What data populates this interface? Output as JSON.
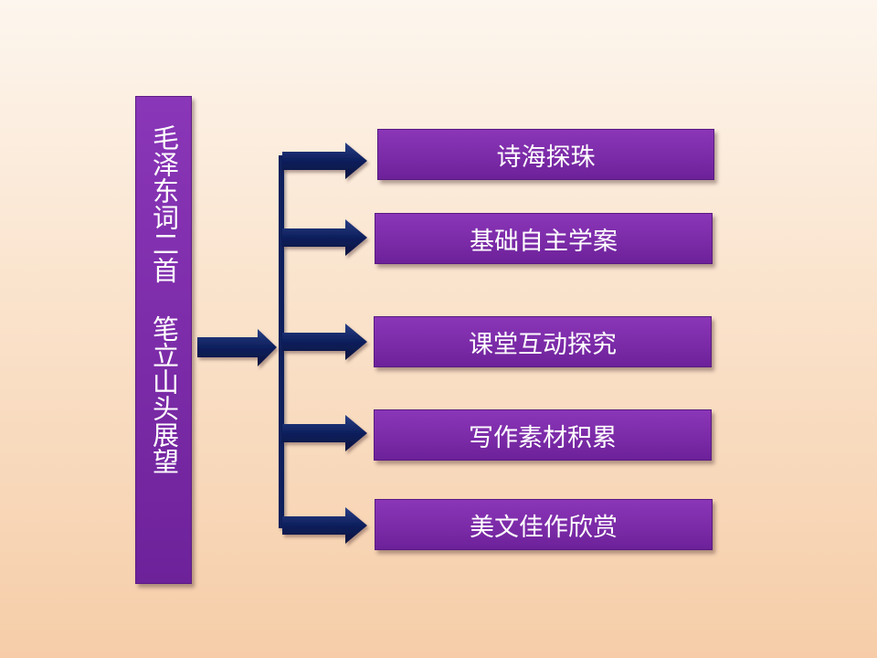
{
  "title": {
    "part1": "毛泽东词二首",
    "part2": "笔立山头展望"
  },
  "nodes": [
    {
      "label": "诗海探珠"
    },
    {
      "label": "基础自主学案"
    },
    {
      "label": "课堂互动探究"
    },
    {
      "label": "写作素材积累"
    },
    {
      "label": "美文佳作欣赏"
    }
  ],
  "colors": {
    "box_fill": "#7a2aa6",
    "arrow_fill": "#0d1f5c",
    "text": "#ffffff",
    "background_top": "#fdf6ee",
    "background_bottom": "#f6cda8"
  }
}
